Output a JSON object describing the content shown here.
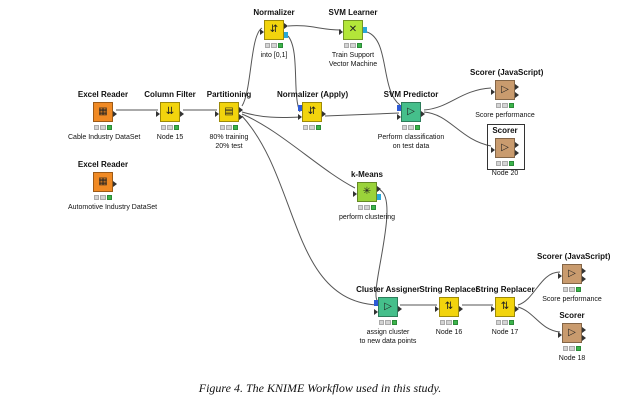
{
  "figure_caption": "Figure 4. The KNIME Workflow used in this study.",
  "nodes": {
    "excel_reader_1": {
      "title": "Excel Reader",
      "caption": [
        "Cable Industry DataSet"
      ],
      "color": "#f08a24"
    },
    "column_filter": {
      "title": "Column Filter",
      "caption": [
        "Node 15"
      ],
      "color": "#f2d40d"
    },
    "partitioning": {
      "title": "Partitioning",
      "caption": [
        "80% training",
        "20% test"
      ],
      "color": "#f2d40d"
    },
    "excel_reader_2": {
      "title": "Excel Reader",
      "caption": [
        "Automotive Industry DataSet"
      ],
      "color": "#f08a24"
    },
    "normalizer": {
      "title": "Normalizer",
      "caption": [
        "into [0,1]"
      ],
      "color": "#f2d40d"
    },
    "svm_learner": {
      "title": "SVM Learner",
      "caption": [
        "Train Support",
        "Vector Machine"
      ],
      "color": "#b3e639"
    },
    "normalizer_apply": {
      "title": "Normalizer (Apply)",
      "caption": [],
      "color": "#f2d40d"
    },
    "svm_predictor": {
      "title": "SVM Predictor",
      "caption": [
        "Perform classification",
        "on test data"
      ],
      "color": "#45bf8b"
    },
    "scorer_js_1": {
      "title": "Scorer (JavaScript)",
      "caption": [
        "Score performance"
      ],
      "color": "#c99b6e"
    },
    "scorer_1": {
      "title": "Scorer",
      "caption": [
        "Node 20"
      ],
      "color": "#c99b6e"
    },
    "k_means": {
      "title": "k-Means",
      "caption": [
        "perform clustering"
      ],
      "color": "#9ad33a"
    },
    "cluster_assigner": {
      "title": "Cluster Assigner",
      "caption": [
        "assign cluster",
        "to new data points"
      ],
      "color": "#45bf8b"
    },
    "string_replacer_1": {
      "title": "String Replacer",
      "caption": [
        "Node 16"
      ],
      "color": "#f2d40d"
    },
    "string_replacer_2": {
      "title": "String Replacer",
      "caption": [
        "Node 17"
      ],
      "color": "#f2d40d"
    },
    "scorer_js_2": {
      "title": "Scorer (JavaScript)",
      "caption": [
        "Score performance"
      ],
      "color": "#c99b6e"
    },
    "scorer_2": {
      "title": "Scorer",
      "caption": [
        "Node 18"
      ],
      "color": "#c99b6e"
    }
  }
}
